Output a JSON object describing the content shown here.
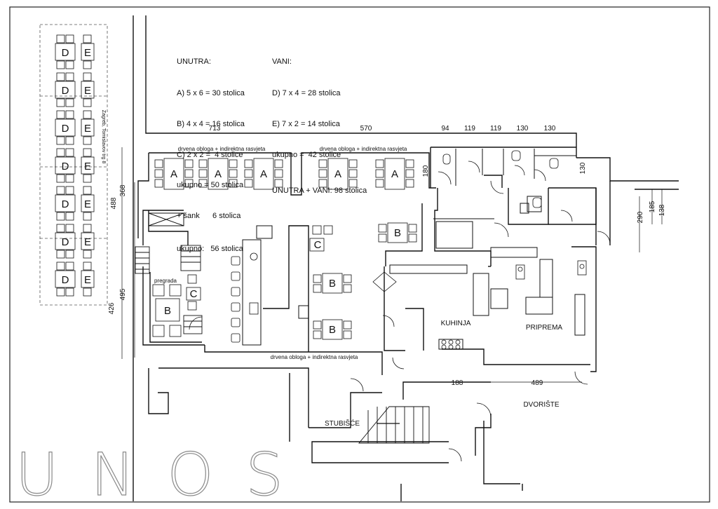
{
  "legend_inside": {
    "title": "UNUTRA:",
    "lines": [
      "A) 5 x 6 = 30 stolica",
      "B) 4 x 4 = 16 stolica",
      "C) 2 x 2 =  4 stolice",
      "ukupno = 50 stolica",
      "+ šank      6 stolica",
      "ukupno:   56 stolica"
    ]
  },
  "legend_outside": {
    "title": "VANI:",
    "lines": [
      "D) 7 x 4 = 28 stolica",
      "E) 7 x 2 = 14 stolica",
      "ukupno =  42 stolice"
    ],
    "total": "UNUTRA + VANI: 98 stolica"
  },
  "dimensions": {
    "d713": "713",
    "d570": "570",
    "d94": "94",
    "d119a": "119",
    "d119b": "119",
    "d130a": "130",
    "d130b": "130",
    "d180": "180",
    "d130c": "130",
    "d368": "368",
    "d488": "488",
    "d495": "495",
    "d426": "426",
    "d290": "290",
    "d185": "185",
    "d138": "138",
    "d188": "188",
    "d489": "489"
  },
  "rooms": {
    "kuhinja": "KUHINJA",
    "priprema": "PRIPREMA",
    "dvoriste": "DVORIŠTE",
    "stubisce": "STUBIŠĆE",
    "pregrada": "pregrada"
  },
  "notes": {
    "obloga1": "drvena obloga + indirektna rasvjeta",
    "obloga2": "drvena obloga + indirektna rasvjeta",
    "obloga3": "drvena obloga + indirektna rasvjeta",
    "street": "Zagreb, Tomislavov trg 8"
  },
  "table_labels": {
    "A": "A",
    "B": "B",
    "C": "C",
    "D": "D",
    "E": "E"
  },
  "logo": "UNOS"
}
